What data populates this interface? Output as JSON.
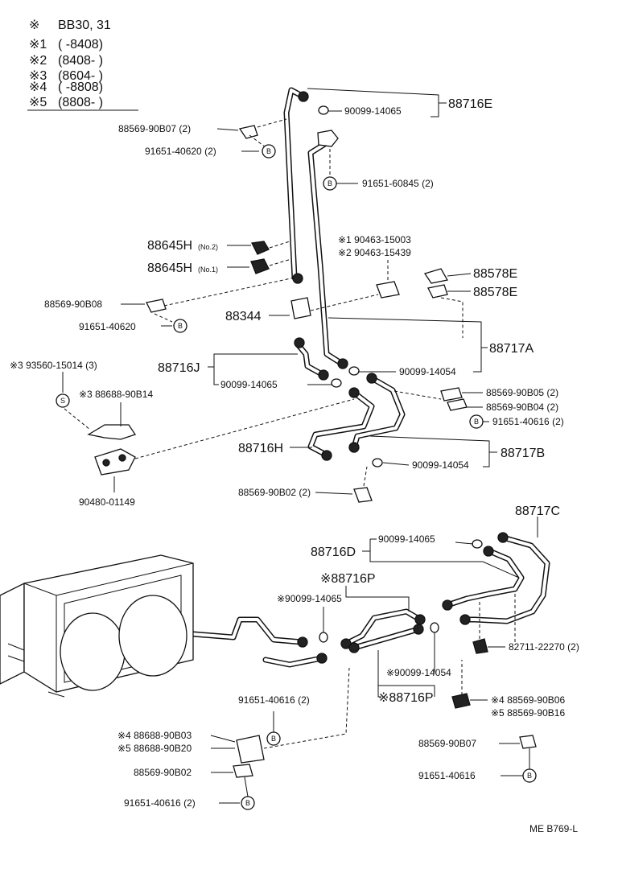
{
  "legend": {
    "title_mark": "※",
    "title": "BB30, 31",
    "rows": [
      {
        "mark": "※1",
        "text": "(        -8408)"
      },
      {
        "mark": "※2",
        "text": "(8408-        )"
      },
      {
        "mark": "※3",
        "text": "(8604-        )"
      },
      {
        "mark": "※4",
        "text": "(        -8808)"
      },
      {
        "mark": "※5",
        "text": "(8808-        )"
      }
    ]
  },
  "badges": {
    "b": "B",
    "s": "S"
  },
  "labels": {
    "l_88716E": "88716E",
    "l_90099_14065_a": "90099-14065",
    "l_88569_90B07_2": "88569-90B07 (2)",
    "l_91651_40620_2": "91651-40620 (2)",
    "l_91651_60845_2": "91651-60845 (2)",
    "l_88645H_no2": "88645H",
    "l_88645H_no2_sub": "(No.2)",
    "l_88645H_no1": "88645H",
    "l_88645H_no1_sub": "(No.1)",
    "l_90463_15003": "※1 90463-15003",
    "l_90463_15439": "※2 90463-15439",
    "l_88578E_a": "88578E",
    "l_88578E_b": "88578E",
    "l_88569_90B08": "88569-90B08",
    "l_91651_40620": "91651-40620",
    "l_88344": "88344",
    "l_88717A": "88717A",
    "l_93560_15014_3": "※3 93560-15014 (3)",
    "l_88716J": "88716J",
    "l_90099_14065_b": "90099-14065",
    "l_90099_14054_a": "90099-14054",
    "l_88688_90B14": "※3 88688-90B14",
    "l_88569_90B05_2": "88569-90B05 (2)",
    "l_88569_90B04_2": "88569-90B04 (2)",
    "l_91651_40616_2_a": "91651-40616 (2)",
    "l_88716H": "88716H",
    "l_88717B": "88717B",
    "l_90099_14054_b": "90099-14054",
    "l_90480_01149": "90480-01149",
    "l_88569_90B02_2": "88569-90B02 (2)",
    "l_88717C": "88717C",
    "l_90099_14065_c": "90099-14065",
    "l_88716D": "88716D",
    "l_88716P_top": "※88716P",
    "l_90099_14065_d": "※90099-14065",
    "l_82711_22270_2": "82711-22270 (2)",
    "l_90099_14054_c": "※90099-14054",
    "l_88716P_bottom": "※88716P",
    "l_91651_40616_2_b": "91651-40616 (2)",
    "l_88569_90B06": "※4 88569-90B06",
    "l_88569_90B16": "※5 88569-90B16",
    "l_88688_90B03": "※4 88688-90B03",
    "l_88688_90B20": "※5 88688-90B20",
    "l_88569_90B07": "88569-90B07",
    "l_88569_90B02": "88569-90B02",
    "l_91651_40616": "91651-40616",
    "l_91651_40616_2_c": "91651-40616 (2)",
    "l_drawing_code": "ME B769-L"
  }
}
